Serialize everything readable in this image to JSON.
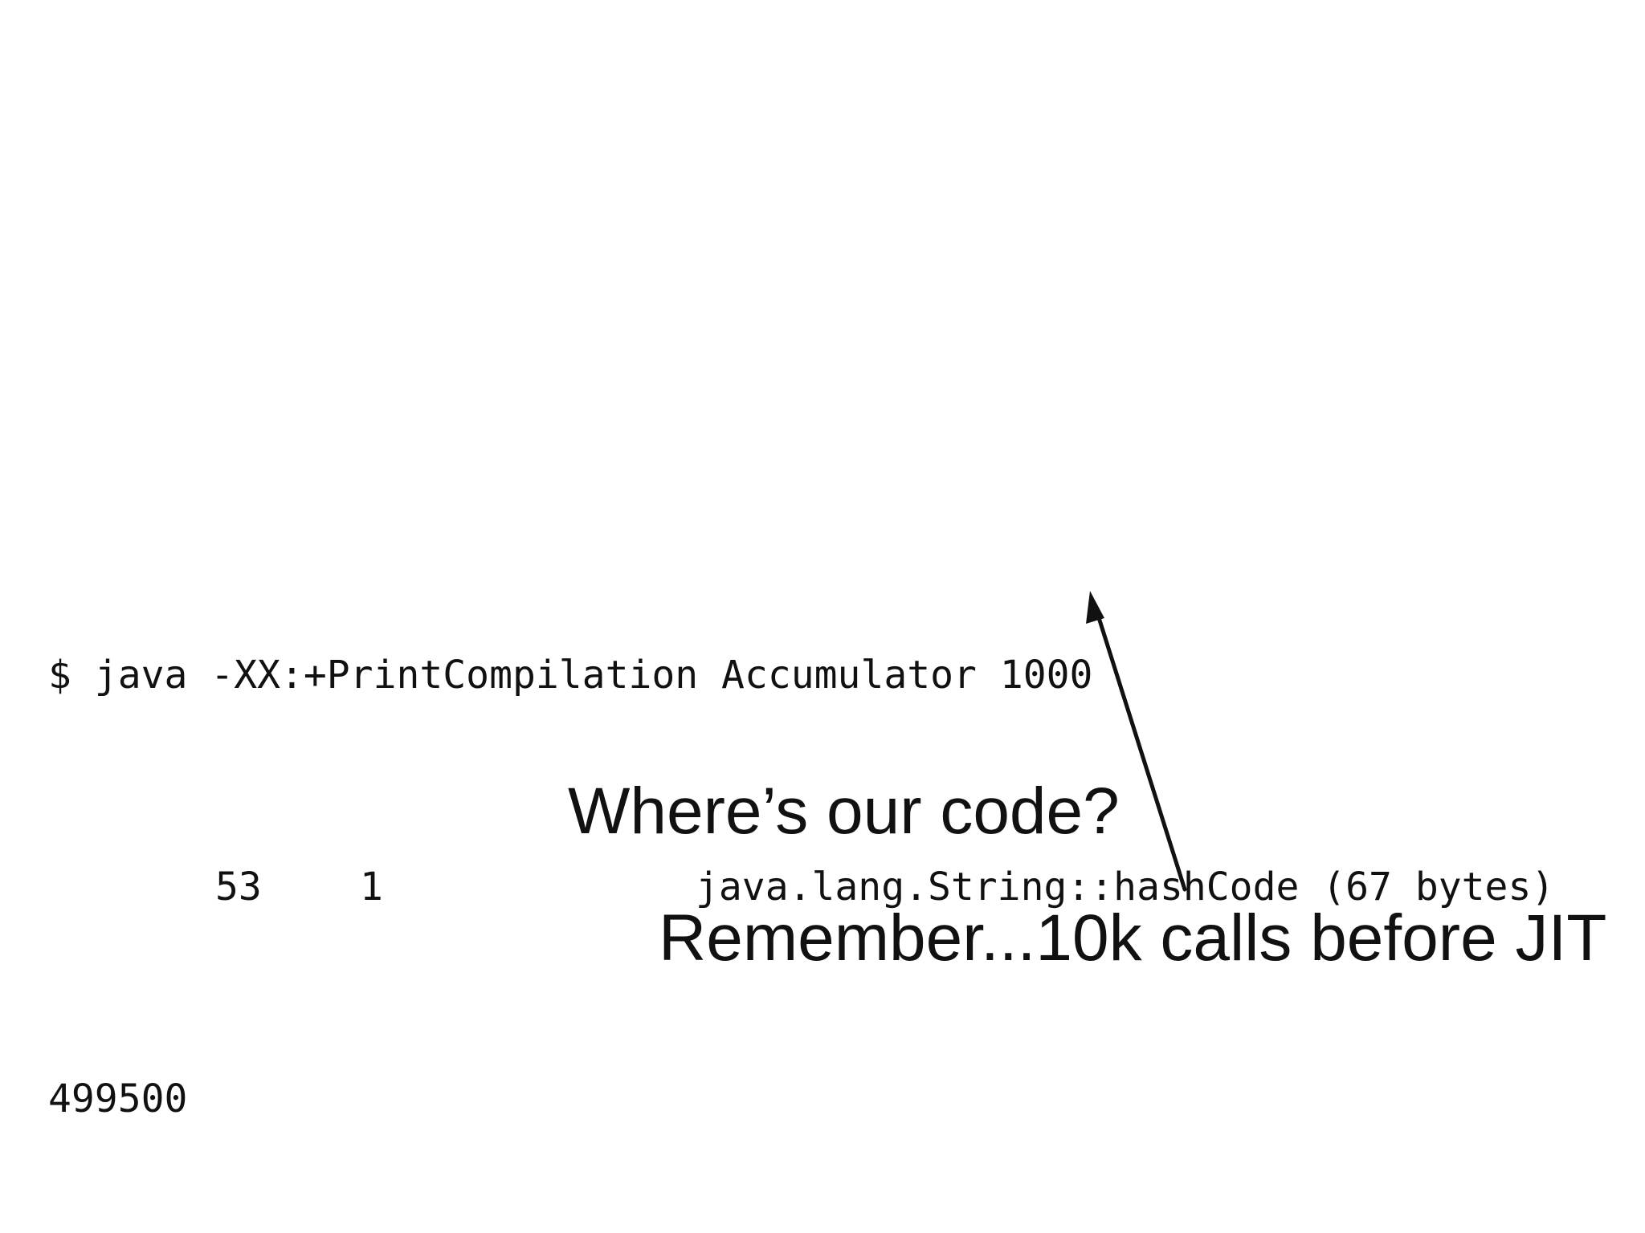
{
  "terminal": {
    "command_line": "$ java -XX:+PrintCompilation Accumulator 1000",
    "compile_entry": {
      "id": "53",
      "level": "1",
      "method": "java.lang.String::hashCode (67 bytes)"
    },
    "program_output": "499500"
  },
  "annotations": {
    "question": "Where’s our code?",
    "reminder": "Remember...10k calls before JIT"
  },
  "colors": {
    "text": "#111111",
    "background": "#ffffff"
  },
  "icons": {
    "pointer": "arrow-up-left-icon"
  }
}
